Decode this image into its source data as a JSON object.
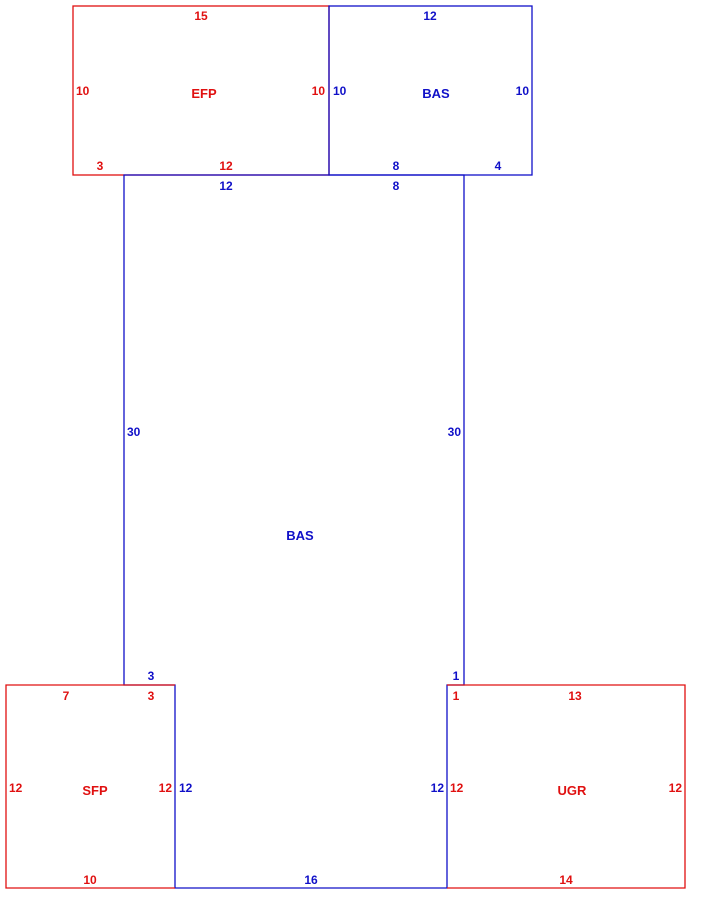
{
  "colors": {
    "red": "#e01010",
    "blue": "#1010c8"
  },
  "areas": {
    "efp": {
      "name": "EFP",
      "color": "red",
      "dims": {
        "top": "15",
        "left": "10",
        "right": "10",
        "bottom_left": "3",
        "bottom_right": "12"
      }
    },
    "bas_top": {
      "name": "BAS",
      "color": "blue",
      "dims": {
        "top": "12",
        "left": "10",
        "right": "10",
        "bottom_left": "8",
        "bottom_right": "4"
      }
    },
    "bas_main": {
      "name": "BAS",
      "color": "blue",
      "dims": {
        "top_left": "12",
        "top_right": "8",
        "left": "30",
        "right": "30",
        "step_left": "3",
        "step_right": "1",
        "lower_left": "12",
        "lower_right": "12",
        "bottom": "16"
      }
    },
    "sfp": {
      "name": "SFP",
      "color": "red",
      "dims": {
        "top_left": "7",
        "top_right": "3",
        "left": "12",
        "right": "12",
        "bottom": "10"
      }
    },
    "ugr": {
      "name": "UGR",
      "color": "red",
      "dims": {
        "top_left": "1",
        "top": "13",
        "left": "12",
        "right": "12",
        "bottom": "14"
      }
    }
  }
}
